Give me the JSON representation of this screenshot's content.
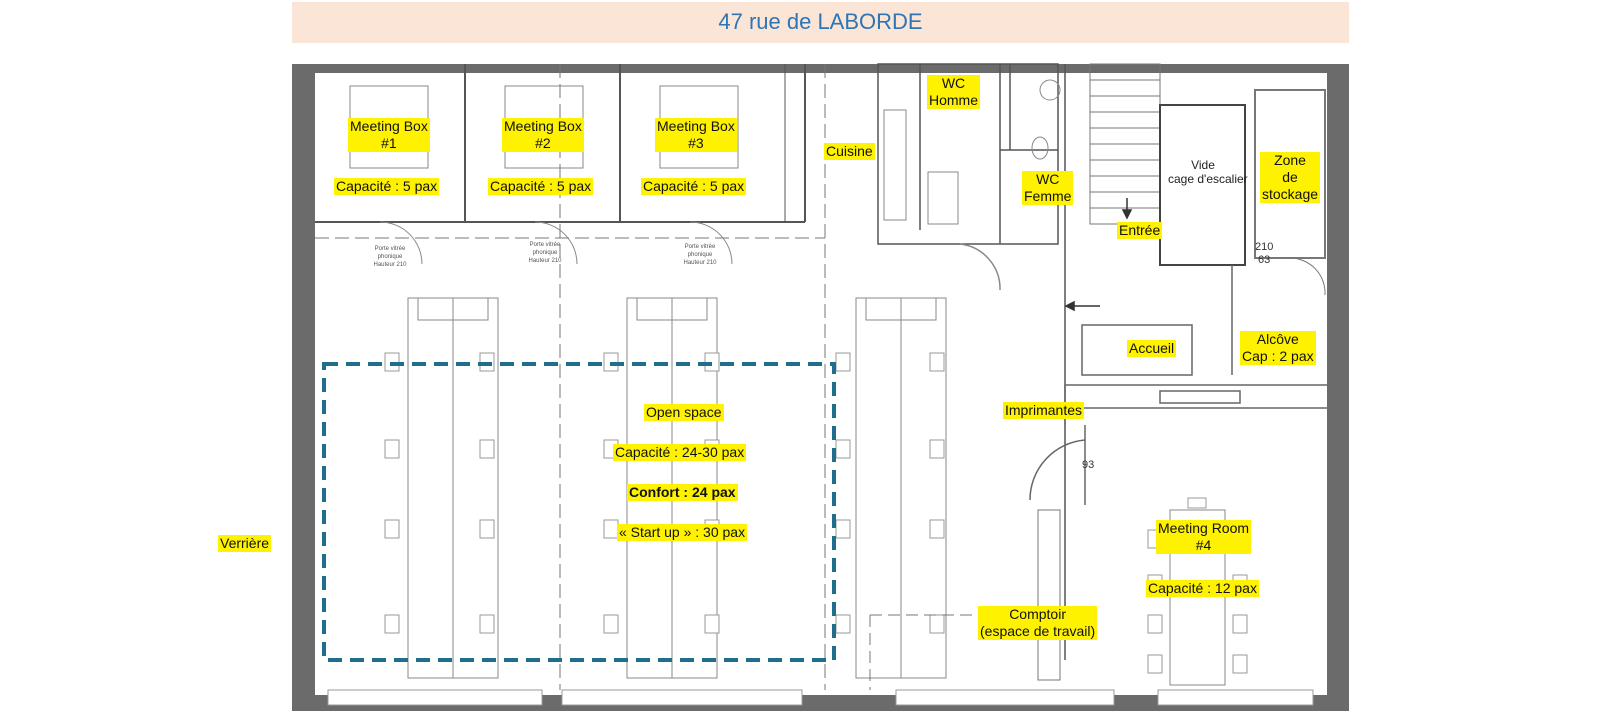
{
  "header": {
    "title": "47 rue de LABORDE"
  },
  "colors": {
    "title_band": "#fbe5d6",
    "title_text": "#2e75b6",
    "wall": "#6b6b6b",
    "label_highlight": "#fff200",
    "open_space_outline": "#1f6e8c"
  },
  "rooms": {
    "meeting_box_1": {
      "name": "Meeting Box",
      "number": "#1",
      "capacity": "Capacité : 5 pax"
    },
    "meeting_box_2": {
      "name": "Meeting Box",
      "number": "#2",
      "capacity": "Capacité : 5 pax"
    },
    "meeting_box_3": {
      "name": "Meeting Box",
      "number": "#3",
      "capacity": "Capacité : 5 pax"
    },
    "kitchen": "Cuisine",
    "wc_men": {
      "line1": "WC",
      "line2": "Homme"
    },
    "wc_women": {
      "line1": "WC",
      "line2": "Femme"
    },
    "stairwell": {
      "line1": "Vide",
      "line2": "cage d'escalier"
    },
    "storage": {
      "line1": "Zone",
      "line2": "de",
      "line3": "stockage"
    },
    "entrance": "Entrée",
    "reception": "Accueil",
    "alcove": {
      "name": "Alcôve",
      "capacity": "Cap : 2 pax"
    },
    "printers": "Imprimantes",
    "open_space": {
      "name": "Open space",
      "capacity": "Capacité : 24-30 pax",
      "comfort": "Confort : 24 pax",
      "startup": "« Start up » : 30 pax"
    },
    "meeting_room_4": {
      "name": "Meeting Room",
      "number": "#4",
      "capacity": "Capacité : 12 pax"
    },
    "counter": {
      "line1": "Comptoir",
      "line2": "(espace de travail)"
    },
    "glass_roof": "Verrière"
  }
}
